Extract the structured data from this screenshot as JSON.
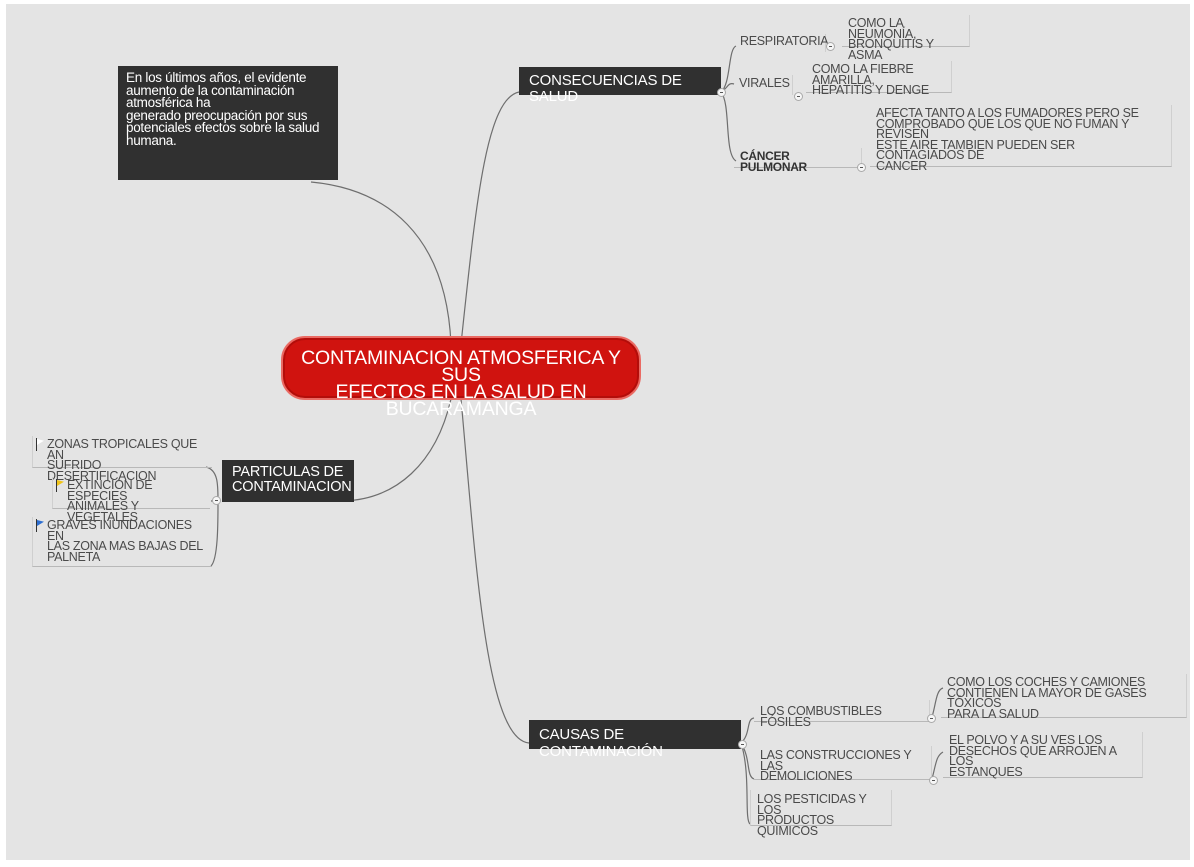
{
  "central": {
    "line1": "CONTAMINACION  ATMOSFERICA Y SUS",
    "line2": "EFECTOS EN LA SALUD EN BUCARAMANGA"
  },
  "note": {
    "lines": [
      "En los últimos años, el evidente",
      "aumento de la contaminación",
      "atmosférica ha",
      "generado preocupación por sus",
      "potenciales efectos sobre la salud",
      "humana."
    ]
  },
  "consecuencias": {
    "label": "CONSECUENCIAS DE SALUD",
    "respiratoria": {
      "label": "RESPIRATORIA",
      "detail": [
        "COMO LA NEUMONÍA,",
        "BRONQUITIS Y ASMA"
      ]
    },
    "virales": {
      "label": "VIRALES",
      "detail": [
        "COMO LA FIEBRE AMARILLA,",
        "HEPATITIS Y DENGE"
      ]
    },
    "cancer": {
      "label": "CÁNCER PULMONAR",
      "detail": [
        "AFECTA TANTO A LOS FUMADORES PERO SE",
        "COMPROBADO QUE LOS QUE NO FUMAN Y REVISEN",
        "ESTE AIRE TAMBIEN PUEDEN SER CONTAGIADOS DE",
        "CANCER"
      ]
    }
  },
  "particulas": {
    "label": [
      "PARTICULAS DE",
      "CONTAMINACION"
    ],
    "items": [
      {
        "lines": [
          "ZONAS TROPICALES QUE AN",
          "SUFRIDO DESERTIFICACION"
        ],
        "flag": "white"
      },
      {
        "lines": [
          "EXTINCION DE ESPECIES",
          "ANIMALES Y VEGETALES"
        ],
        "flag": "yellow"
      },
      {
        "lines": [
          "GRAVES INUNDACIONES EN",
          "LAS ZONA MAS BAJAS DEL",
          "PALNETA"
        ],
        "flag": "blue"
      }
    ]
  },
  "causas": {
    "label": "CAUSAS DE CONTAMINACIÓN",
    "combustibles": {
      "label": "LOS COMBUSTIBLES FÓSILES",
      "detail": [
        "COMO LOS COCHES Y CAMIONES",
        "CONTIENEN LA MAYOR DE GASES TÓXICOS",
        "PARA LA SALUD"
      ]
    },
    "construcciones": {
      "label": [
        "LAS CONSTRUCCIONES Y LAS",
        "DEMOLICIONES"
      ],
      "detail": [
        "EL POLVO Y A SU VES LOS",
        "DESECHOS QUE ARROJEN A LOS",
        "ESTANQUES"
      ]
    },
    "pesticidas": {
      "label": [
        "LOS PESTICIDAS Y LOS",
        "PRODUCTOS QUIMICOS"
      ]
    }
  },
  "colors": {
    "central": "#d0130f",
    "dark_node": "#303030",
    "background": "#e4e4e4",
    "connector": "#6e6e6e"
  },
  "icons": [
    "collapse-toggle-icon",
    "flag-icon"
  ]
}
